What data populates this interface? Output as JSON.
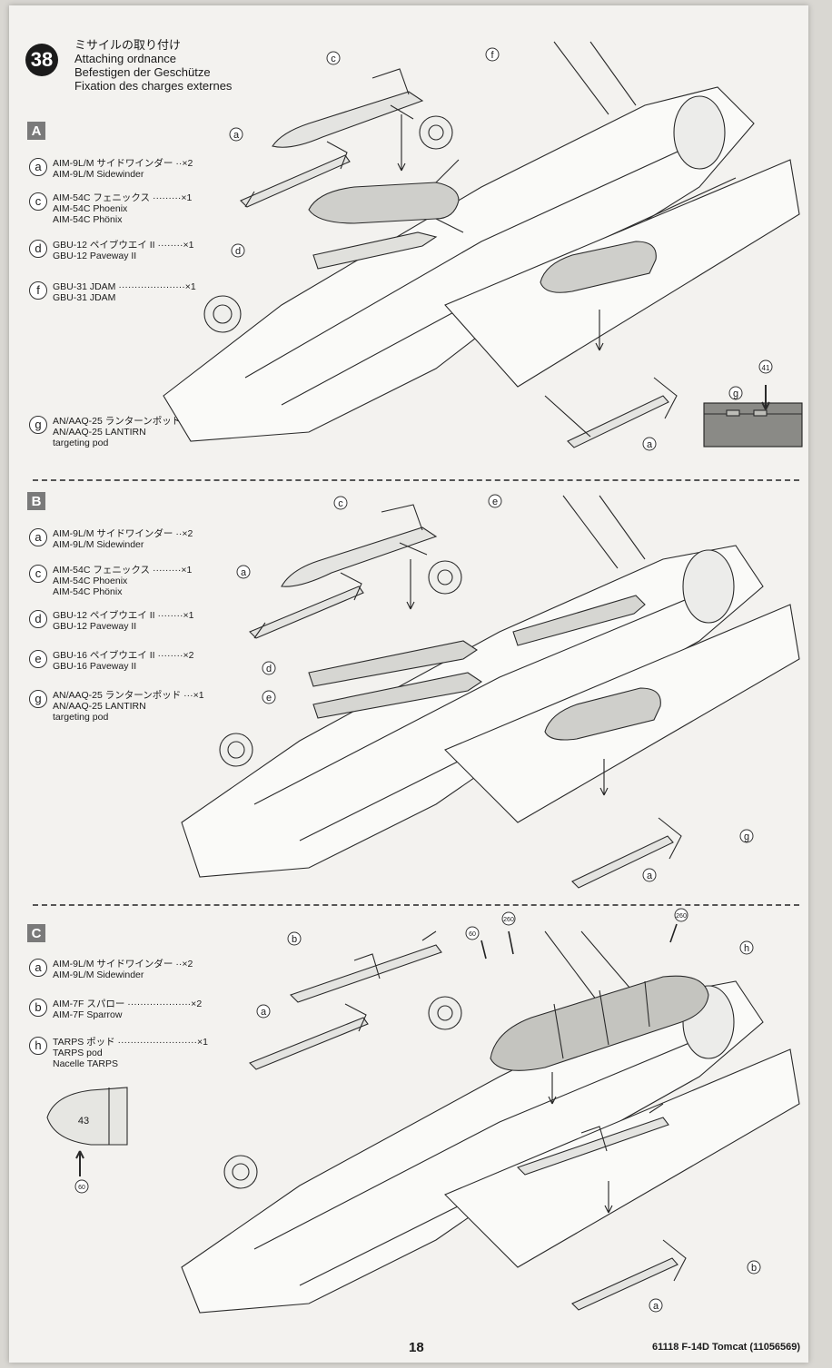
{
  "step": {
    "number": "38",
    "title_jp": "ミサイルの取り付け",
    "title_en": "Attaching ordnance",
    "title_de": "Befestigen der Geschütze",
    "title_fr": "Fixation des charges externes"
  },
  "sections": [
    {
      "label": "A",
      "parts": [
        {
          "letter": "a",
          "line1": "AIM-9L/M サイドワインダー ··×2",
          "line2": "AIM-9L/M Sidewinder",
          "line3": ""
        },
        {
          "letter": "c",
          "line1": "AIM-54C フェニックス ·········×1",
          "line2": "AIM-54C Phoenix",
          "line3": "AIM-54C Phönix"
        },
        {
          "letter": "d",
          "line1": "GBU-12 ペイブウエイ II ········×1",
          "line2": "GBU-12 Paveway II",
          "line3": ""
        },
        {
          "letter": "f",
          "line1": "GBU-31 JDAM ·····················×1",
          "line2": "GBU-31 JDAM",
          "line3": ""
        },
        {
          "letter": "g",
          "line1": "AN/AAQ-25 ランターンポッド ·············×1",
          "line2": "AN/AAQ-25 LANTIRN",
          "line3": "targeting pod"
        }
      ],
      "callouts": [
        "c",
        "f",
        "a",
        "d",
        "g",
        "a"
      ],
      "ref_part": "41"
    },
    {
      "label": "B",
      "parts": [
        {
          "letter": "a",
          "line1": "AIM-9L/M サイドワインダー ··×2",
          "line2": "AIM-9L/M Sidewinder",
          "line3": ""
        },
        {
          "letter": "c",
          "line1": "AIM-54C フェニックス ·········×1",
          "line2": "AIM-54C Phoenix",
          "line3": "AIM-54C Phönix"
        },
        {
          "letter": "d",
          "line1": "GBU-12 ペイブウエイ II ········×1",
          "line2": "GBU-12 Paveway II",
          "line3": ""
        },
        {
          "letter": "e",
          "line1": "GBU-16 ペイブウエイ II ········×2",
          "line2": "GBU-16 Paveway II",
          "line3": ""
        },
        {
          "letter": "g",
          "line1": "AN/AAQ-25 ランターンポッド ···×1",
          "line2": "AN/AAQ-25 LANTIRN",
          "line3": "targeting pod"
        }
      ],
      "callouts": [
        "c",
        "e",
        "a",
        "d",
        "e",
        "g",
        "a"
      ]
    },
    {
      "label": "C",
      "parts": [
        {
          "letter": "a",
          "line1": "AIM-9L/M サイドワインダー ··×2",
          "line2": "AIM-9L/M Sidewinder",
          "line3": ""
        },
        {
          "letter": "b",
          "line1": "AIM-7F スパロー ····················×2",
          "line2": "AIM-7F Sparrow",
          "line3": ""
        },
        {
          "letter": "h",
          "line1": "TARPS ポッド ·························×1",
          "line2": "TARPS pod",
          "line3": "Nacelle TARPS"
        }
      ],
      "callouts": [
        "b",
        "a",
        "h",
        "b",
        "a"
      ],
      "ref_parts": [
        "60",
        "260",
        "260",
        "43",
        "60"
      ]
    }
  ],
  "footer": {
    "page_number": "18",
    "product": "61118 F-14D Tomcat (11056569)"
  }
}
